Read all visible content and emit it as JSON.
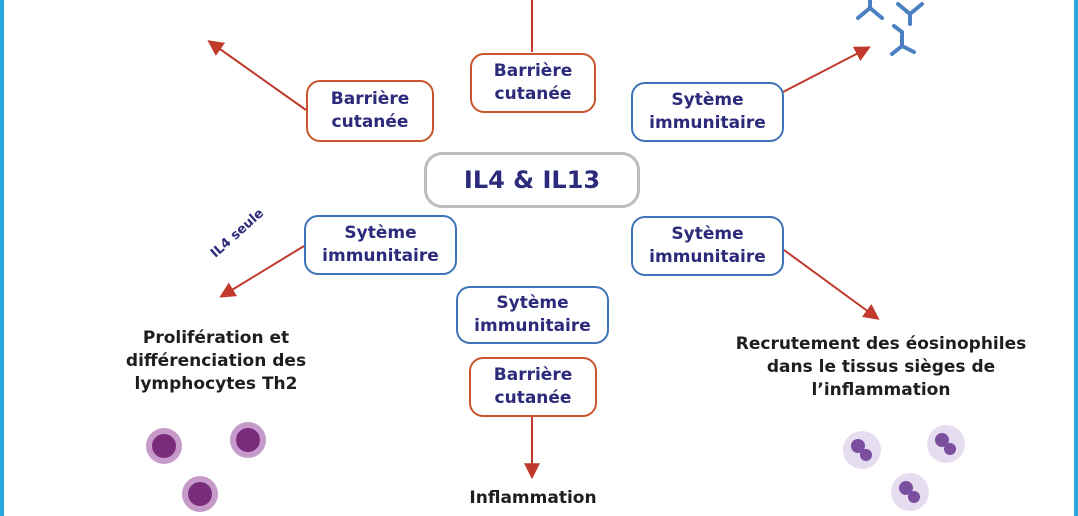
{
  "center": {
    "label": "IL4 & IL13"
  },
  "boxes": {
    "top_center": {
      "line1": "Barrière",
      "line2": "cutanée"
    },
    "top_left": {
      "line1": "Barrière",
      "line2": "cutanée"
    },
    "top_right": {
      "line1": "Sytème",
      "line2": "immunitaire"
    },
    "mid_left": {
      "line1": "Sytème",
      "line2": "immunitaire"
    },
    "mid_right": {
      "line1": "Sytème",
      "line2": "immunitaire"
    },
    "lower_center": {
      "line1": "Sytème",
      "line2": "immunitaire"
    },
    "bottom_center": {
      "line1": "Barrière",
      "line2": "cutanée"
    }
  },
  "arrow_label": "IL4 seule",
  "outcomes": {
    "left": {
      "line1": "Prolifération et",
      "line2": "différenciation des",
      "line3": "lymphocytes Th2"
    },
    "right": {
      "line1": "Recrutement des éosinophiles",
      "line2": "dans le tissus sièges de",
      "line3": "l’inflammation"
    },
    "bottom": {
      "line1": "Inflammation"
    }
  },
  "colors": {
    "barrier_border": "#c9552e",
    "immune_border": "#3e73b8",
    "arrow": "#c0392b",
    "text": "#2c2a7a",
    "frame": "#2aa6df"
  }
}
